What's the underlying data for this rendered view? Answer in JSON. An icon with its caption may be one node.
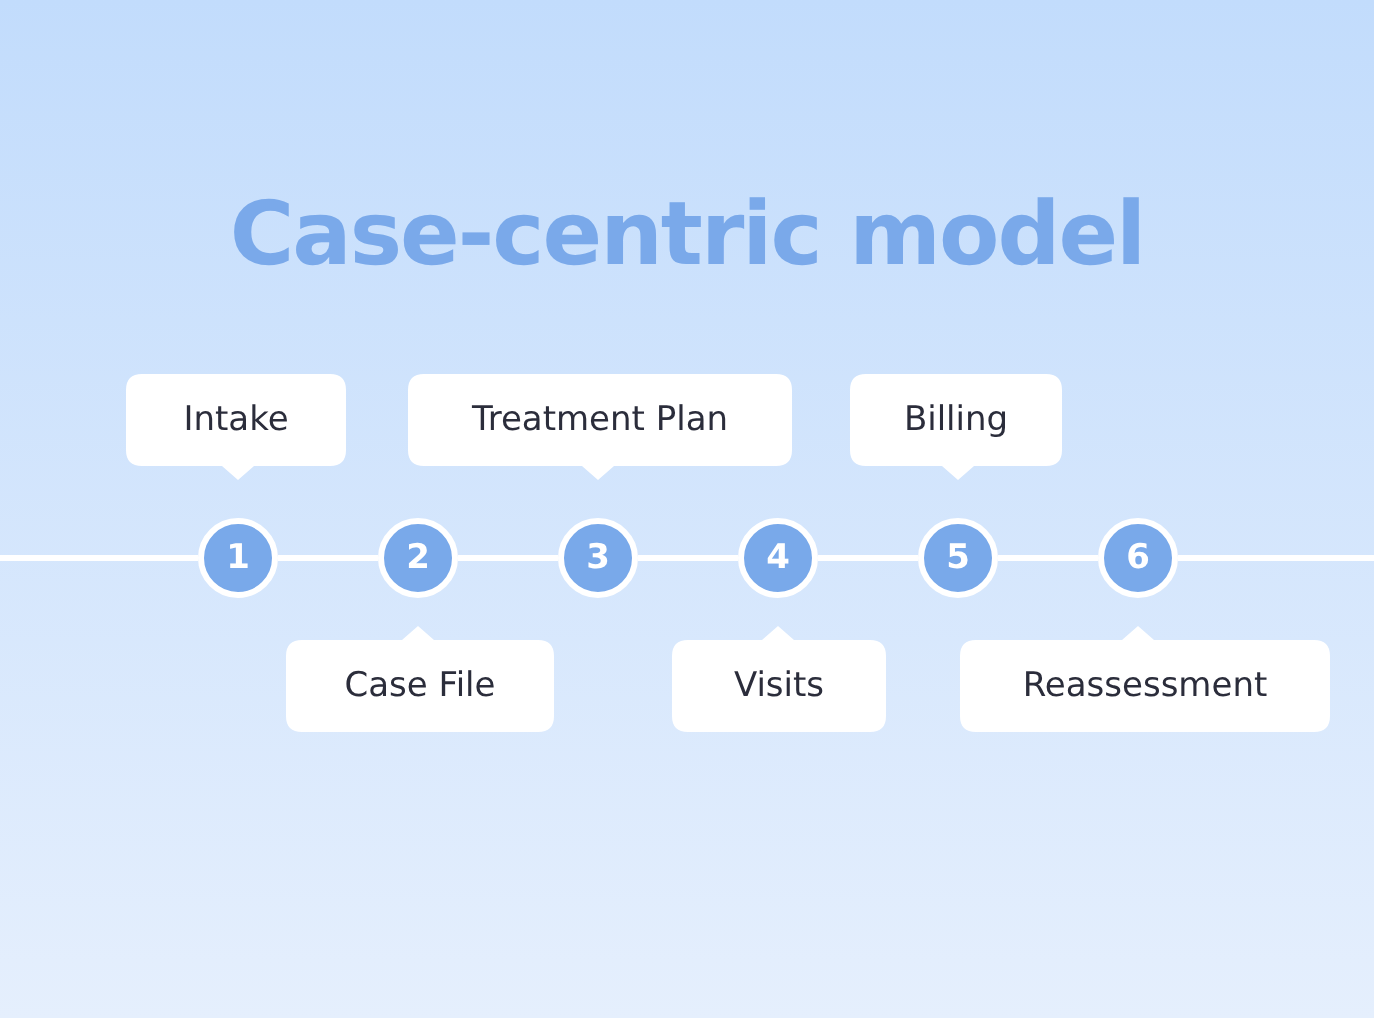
{
  "diagram": {
    "title": "Case-centric model",
    "nodes": [
      {
        "text": [
          "Intake"
        ]
      },
      {
        "text": [
          "Treatment Plan"
        ]
      },
      {
        "text": [
          "Billing"
        ]
      },
      {
        "text": [
          "1"
        ]
      },
      {
        "text": [
          "2"
        ]
      },
      {
        "text": [
          "3"
        ]
      },
      {
        "text": [
          "4"
        ]
      },
      {
        "text": [
          "5"
        ]
      },
      {
        "text": [
          "6"
        ]
      },
      {
        "text": [
          "Case File"
        ]
      },
      {
        "text": [
          "Visits"
        ]
      },
      {
        "text": [
          "Reassessment"
        ]
      }
    ],
    "edges": [
      {
        "from": null,
        "to": 3,
        "arrow": "none"
      },
      {
        "from": 3,
        "to": 4,
        "arrow": "none"
      },
      {
        "from": 4,
        "to": 5,
        "arrow": "none"
      },
      {
        "from": 5,
        "to": 6,
        "arrow": "none"
      },
      {
        "from": 6,
        "to": 7,
        "arrow": "none"
      },
      {
        "from": 7,
        "to": 8,
        "arrow": "none"
      },
      {
        "from": 8,
        "to": null,
        "arrow": "none"
      }
    ]
  }
}
